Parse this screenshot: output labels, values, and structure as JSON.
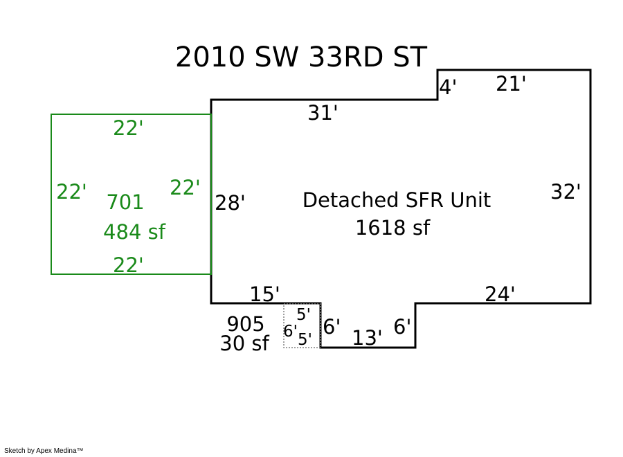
{
  "title": "2010 SW 33RD ST",
  "credit": "Sketch by Apex Medina™",
  "colors": {
    "main": "#000000",
    "garage": "#1a8a1a",
    "porch": "#808080"
  },
  "main_area": {
    "name": "Detached SFR Unit",
    "area": "1618 sf",
    "dimensions": [
      "31'",
      "4'",
      "21'",
      "32'",
      "24'",
      "6'",
      "13'",
      "6'",
      "15'",
      "28'"
    ]
  },
  "garage_area": {
    "name": "701",
    "area": "484 sf",
    "dimensions": [
      "22'",
      "22'",
      "22'",
      "22'"
    ]
  },
  "porch_area": {
    "name": "905",
    "area": "30 sf",
    "dimensions": [
      "5'",
      "6'",
      "5'"
    ]
  }
}
